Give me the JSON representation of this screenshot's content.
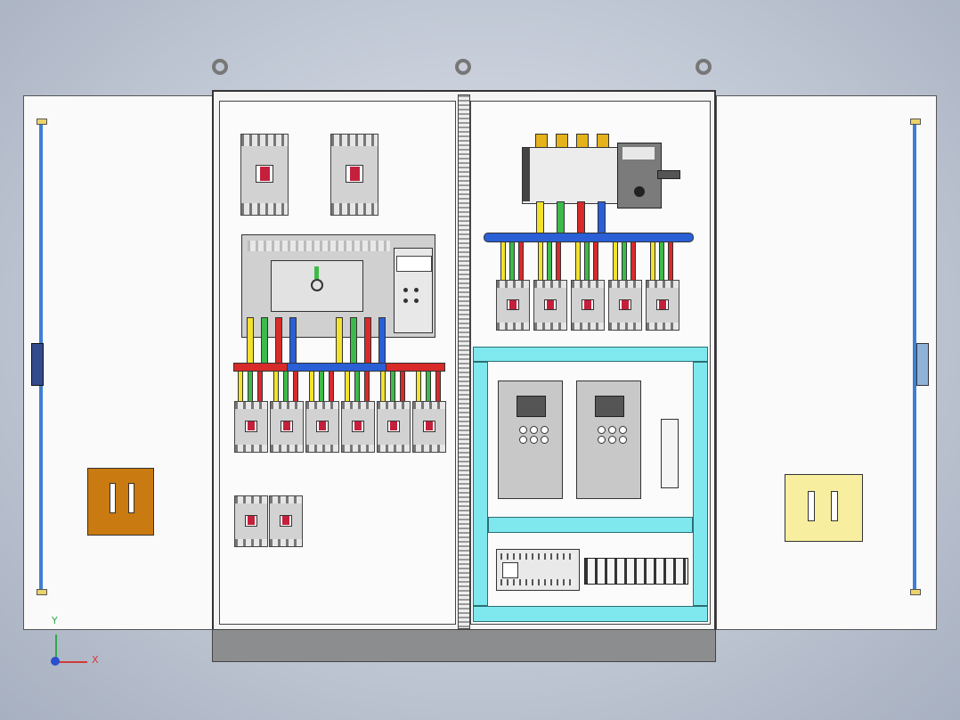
{
  "axis_triad": {
    "x_label": "X",
    "y_label": "Y"
  },
  "colors": {
    "background": "#bcc4d1",
    "door_left_handle": "#c97a10",
    "door_right_handle": "#f7ef9f",
    "cable_tray": "#7fe8ee",
    "busbar_red": "#d92a2a",
    "busbar_blue": "#2a5fd6",
    "phase_yellow": "#f2e22c",
    "phase_green": "#3dbb4a",
    "phase_red": "#d92a2a",
    "phase_blue": "#2a5fd6"
  },
  "model": {
    "left_cabinet": {
      "top_breakers": 2,
      "ats_unit": 1,
      "outgoing_breakers": 6,
      "spare_breakers": 2
    },
    "right_cabinet": {
      "isolator_switch": 1,
      "outgoing_breakers": 5,
      "vfd_drives": 2,
      "plc_modules": 1,
      "terminal_blocks": 10
    }
  }
}
